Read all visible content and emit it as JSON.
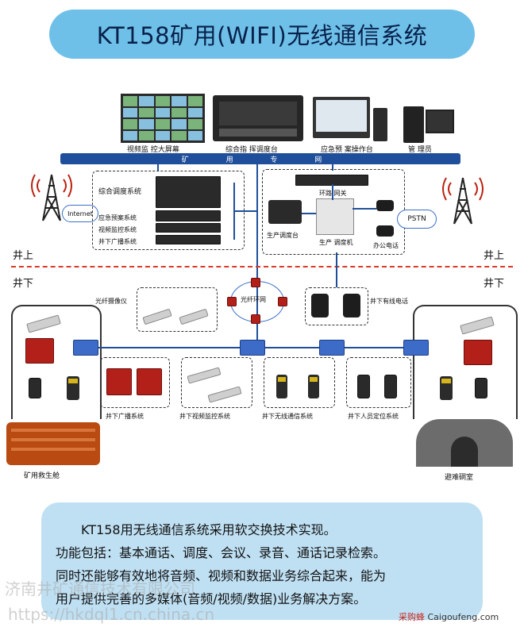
{
  "title": "KT158矿用(WIFI)无线通信系统",
  "top_devices": {
    "video_wall": "视频监 控大屏幕",
    "dispatch_console": "综合指 挥调度台",
    "emergency_console": "应急预 案操作台",
    "admin": "管 理员"
  },
  "backbone_label": "矿 用 专 网",
  "left_cabinet": {
    "items": [
      "综合调度系统",
      "应急预案系统",
      "视频监控系统",
      "井下广播系统"
    ],
    "internet": "Internet"
  },
  "right_cabinet": {
    "ring_gateway": "环路 网关",
    "prod_console": "生产调度台",
    "prod_dispatcher": "生产 调度机",
    "office_phone": "办公电话",
    "pstn": "PSTN"
  },
  "ground": {
    "above_left": "井上",
    "above_right": "井上",
    "below_left": "井下",
    "below_right": "井下"
  },
  "underground": {
    "camera": "光纤摄像仪",
    "fiber_ring": "光纤环网",
    "wired_phone": "井下有线电话",
    "broadcast": "井下广播系统",
    "video_monitor": "井下视频监控系统",
    "wireless": "井下无线通信系统",
    "positioning": "井下人员定位系统",
    "rescue_capsule": "矿用救生舱",
    "refuge": "避难硐室"
  },
  "description": [
    "KT158用无线通信系统采用软交换技术实现。",
    "功能包括：基本通话、调度、会议、录音、通话记录检索。",
    "同时还能够有效地将音频、视频和数据业务综合起来，能为",
    "用户提供完善的多媒体(音频/视频/数据)业务解决方案。"
  ],
  "watermarks": {
    "company": "济南井矿通信技术有限公司",
    "url": "https://hkdql1.cn.china.cn",
    "brand_red": "采购蜂",
    "brand_site": " Caigoufeng.com"
  }
}
